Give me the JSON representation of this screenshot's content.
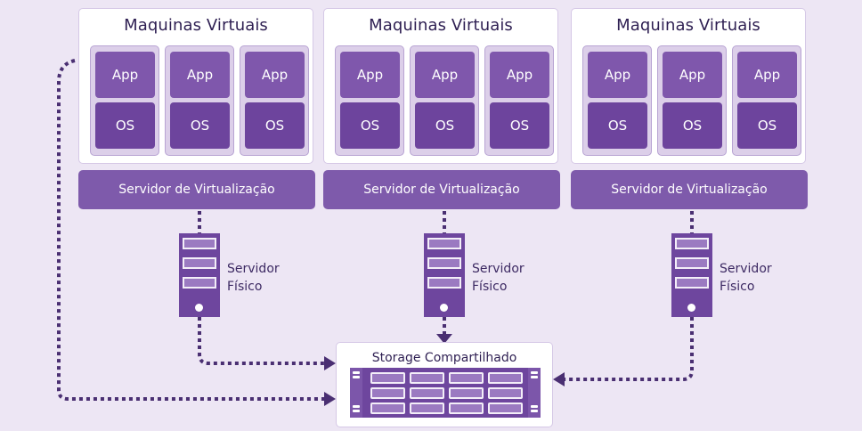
{
  "columns": [
    {
      "vm_panel_title": "Maquinas Virtuais",
      "vms": [
        {
          "app": "App",
          "os": "OS"
        },
        {
          "app": "App",
          "os": "OS"
        },
        {
          "app": "App",
          "os": "OS"
        }
      ],
      "hypervisor_label": "Servidor de Virtualização",
      "server_label_line1": "Servidor",
      "server_label_line2": "Físico"
    },
    {
      "vm_panel_title": "Maquinas Virtuais",
      "vms": [
        {
          "app": "App",
          "os": "OS"
        },
        {
          "app": "App",
          "os": "OS"
        },
        {
          "app": "App",
          "os": "OS"
        }
      ],
      "hypervisor_label": "Servidor de Virtualização",
      "server_label_line1": "Servidor",
      "server_label_line2": "Físico"
    },
    {
      "vm_panel_title": "Maquinas Virtuais",
      "vms": [
        {
          "app": "App",
          "os": "OS"
        },
        {
          "app": "App",
          "os": "OS"
        },
        {
          "app": "App",
          "os": "OS"
        }
      ],
      "hypervisor_label": "Servidor de Virtualização",
      "server_label_line1": "Servidor",
      "server_label_line2": "Físico"
    }
  ],
  "storage": {
    "title": "Storage Compartilhado",
    "icon": "storage-array-icon"
  },
  "icons": {
    "server": "physical-server-icon",
    "connector": "dotted-arrow"
  },
  "colors": {
    "background": "#ede6f4",
    "panel": "#ffffff",
    "accent": "#7e5aab",
    "dark_accent": "#6e469e",
    "connector": "#4a2f72",
    "text": "#2e1f52"
  }
}
